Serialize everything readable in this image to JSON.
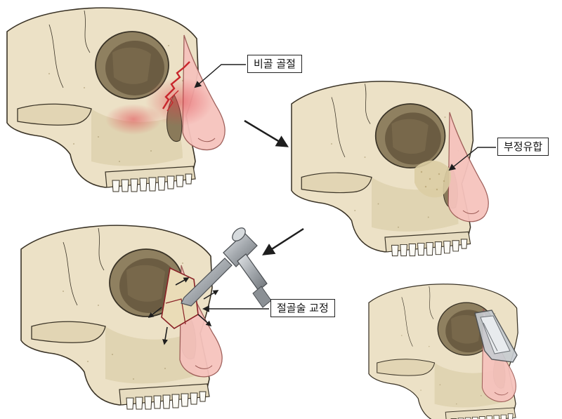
{
  "labels": {
    "nasal_fracture": "비골 골절",
    "malunion": "부정유합",
    "osteotomy_correction": "절골술 교정"
  },
  "colors": {
    "bone": "#ece1c6",
    "bone_shadow": "#cbbd98",
    "skin": "#f6c3bd",
    "fracture_red": "#c8262c",
    "outline": "#3a3326",
    "arrow": "#1e1e1e",
    "tool_metal": "#a9aeb3",
    "splint": "#c7ccd2"
  }
}
